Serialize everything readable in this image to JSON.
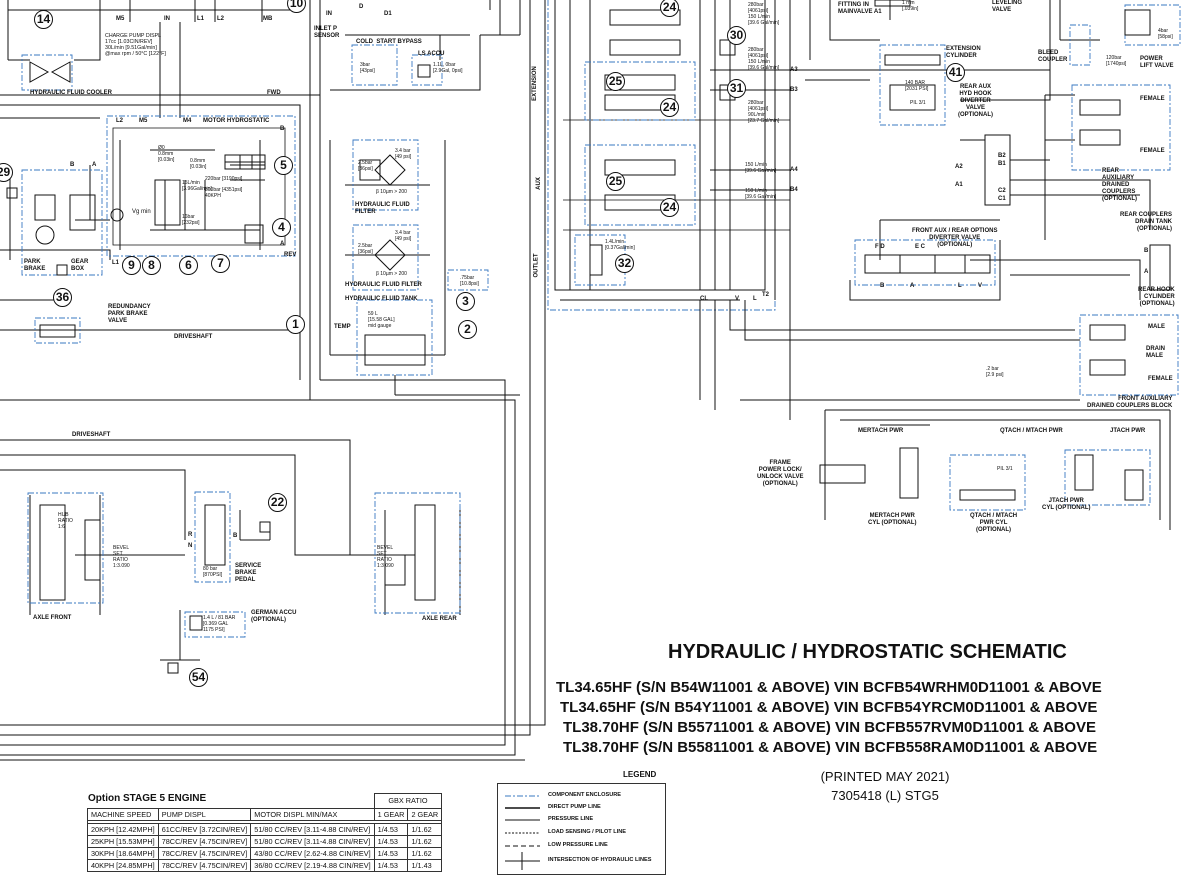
{
  "title": "HYDRAULIC / HYDROSTATIC SCHEMATIC",
  "models": [
    "TL34.65HF (S/N B54W11001 & ABOVE) VIN BCFB54WRHM0D11001 & ABOVE",
    "TL34.65HF (S/N B54Y11001 & ABOVE) VIN BCFB54YRCM0D11001 & ABOVE",
    "TL38.70HF (S/N B55711001 & ABOVE) VIN BCFB557RVM0D11001 & ABOVE",
    "TL38.70HF (S/N B55811001 & ABOVE) VIN BCFB558RAM0D11001 & ABOVE"
  ],
  "printed": "(PRINTED MAY 2021)",
  "doc_number": "7305418 (L) STG5",
  "callouts": [
    "14",
    "10",
    "30",
    "24",
    "25",
    "31",
    "41",
    "24",
    "25",
    "24",
    "5",
    "29",
    "9",
    "8",
    "6",
    "7",
    "4",
    "36",
    "32",
    "3",
    "1",
    "2",
    "22",
    "54"
  ],
  "labels": {
    "m5": "M5",
    "in_top": "IN",
    "l1_top": "L1",
    "l2_top": "L2",
    "mb": "MB",
    "charge_pump": "CHARGE PUMP DISPL\n17cc [1.03CIN/REV]\n30L/min [9.51Gal/min]\n@max rpm / 50°C [122°F]",
    "cooler": "HYDRAULIC FLUID COOLER",
    "fwd": "FWD",
    "inlet_p": "INLET P\nSENSOR",
    "in2": "IN",
    "d": "D",
    "d1": "D1",
    "cold_start": "COLD  START BYPASS",
    "cold_val": "3bar\n[43psi]",
    "ls_accu": "LS ACCU",
    "ls_accu_val": "1.1L, 0bar\n[2.9Gal, 0psi]",
    "motor_hydrostatic": "MOTOR HYDROSTATIC",
    "l2": "L2",
    "m5b": "M5",
    "m4": "M4",
    "b_motor": "B",
    "orifice_a": "Ø0\n0.8mm\n[0.03in]",
    "orifice_b": "0.8mm\n[0.03in]",
    "relief_220": "220bar [3190psi]",
    "relief_300": "300bar [4351psi]\n40KPH",
    "flow_15": "15L/min\n[3.96Gal/min]",
    "p_16": "16bar\n[232psi]",
    "vg_min": "Vg min",
    "l1": "L1",
    "rev": "REV",
    "a_motor": "A",
    "park_brake": "PARK\nBRAKE",
    "gear_box": "GEAR\nBOX",
    "b29": "B",
    "a29": "A",
    "redundancy": "REDUNDANCY\nPARK BRAKE\nVALVE",
    "driveshaft_1": "DRIVESHAFT",
    "driveshaft_2": "DRIVESHAFT",
    "filter_1": "HYDRAULIC FLUID\nFILTER",
    "filter_2": "HYDRAULIC FLUID FILTER",
    "filter_val_a": "3.4 bar\n[49 psi]",
    "filter_val_b": "2.5bar\n[36psi]",
    "filter_beta": "β 10µm > 200",
    "filter_val_c": "3.4 bar\n[49 psi]",
    "filter_val_d": "2.5bar\n[36psi]",
    "filter_beta2": "β 10µm > 200",
    "tank": "HYDRAULIC FLUID TANK",
    "tank_val": "59 L\n[15.58 GAL]\nmid gauge",
    "temp": "TEMP",
    "tank_75": ".75bar\n[10.8psi]",
    "extension": "EXTENSION",
    "aux": "AUX",
    "outlet": "OUTLET",
    "v280a": "280bar\n[4061psi]\n150 L/min\n[39.6 Gal/min]",
    "v280b": "280bar\n[4061psi]\n150 L/min\n[39.6 Gal/min]",
    "v280c": "280bar\n[4061psi]\n90L/min\n[23.7 Gal/min]",
    "v150a": "150 L/min\n[39.6 Gal/min]",
    "v150b": "150 L/min\n[39.6 Gal/min]",
    "a3": "A3",
    "b3": "B3",
    "a4": "A4",
    "b4": "B4",
    "t2": "T2",
    "flow_14": "1.4L/min\n[0.37Gal/min]",
    "cl": "CL",
    "v": "V",
    "l": "L",
    "fitting": "FITTING IN\nMAINVALVE A1",
    "fitting_val": "1 mm\n[.039in]",
    "leveling": "LEVELING\nVALVE",
    "bleed": "BLEED\nCOUPLER",
    "power_lift": "POWER\nLIFT VALVE",
    "plv_4bar": "4bar\n[58psi]",
    "plv_120": "120bar\n[1740psi]",
    "ext_cyl": "EXTENSION\nCYLINDER",
    "rear_aux_hook": "REAR AUX\nHYD HOOK\nDIVERTER\nVALVE\n(OPTIONAL)",
    "v140": "140 BAR\n[2031 PSI]",
    "pil": "PIL 3/1",
    "rear_aux_drained": "REAR\nAUXILIARY\nDRAINED\nCOUPLERS\n(OPTIONAL)",
    "female1": "FEMALE",
    "female2": "FEMALE",
    "rear_drain": "REAR COUPLERS\nDRAIN TANK\n(OPTIONAL)",
    "a2": "A2",
    "a1": "A1",
    "b2": "B2",
    "b1": "B1",
    "c2": "C2",
    "c1": "C1",
    "front_aux": "FRONT AUX / REAR OPTIONS\nDIVERTER VALVE\n(OPTIONAL)",
    "fd": "F D",
    "ec": "E C",
    "b_div": "B",
    "a_div": "A",
    "l_div": "L",
    "v_div": "V",
    "rear_hook": "REAR HOOK\nCYLINDER\n(OPTIONAL)",
    "rh_b": "B",
    "rh_a": "A",
    "male": "MALE",
    "drain_male": "DRAIN\nMALE",
    "female3": "FEMALE",
    "front_aux_block": "FRONT AUXILIARY\nDRAINED COUPLERS BLOCK",
    "v2bar": ".2 bar\n[2.9 psi]",
    "mertach": "MERTACH PWR",
    "qtach": "QTACH / MTACH PWR",
    "jtach": "JTACH PWR",
    "frame_lock": "FRAME\nPOWER LOCK/\nUNLOCK VALVE\n(OPTIONAL)",
    "mertach_cyl": "MERTACH PWR\nCYL (OPTIONAL)",
    "qtach_cyl": "QTACH / MTACH\nPWR CYL\n(OPTIONAL)",
    "jtach_cyl": "JTACH PWR\nCYL (OPTIONAL)",
    "pil2": "PIL 3/1",
    "axle_front": "AXLE FRONT",
    "axle_rear": "AXLE REAR",
    "hub_ratio": "HUB\nRATIO\n1:6",
    "bevel_front": "BEVEL\nSET\nRATIO\n1:3.090",
    "bevel_rear": "BEVEL\nSET\nRATIO\n1:3.090",
    "service_brake": "SERVICE\nBRAKE\nPEDAL",
    "sb_val": "80 bar\n[870PSI]",
    "r": "R",
    "n": "N",
    "b_sb": "B",
    "german_accu": "GERMAN ACCU\n(OPTIONAL)",
    "ga_val": "1.4 L / 81 BAR\n[0.369 GAL\n1175 PSI]"
  },
  "spec_table": {
    "title": "Option STAGE 5 ENGINE",
    "gbx_header": "GBX RATIO",
    "headers": [
      "MACHINE SPEED",
      "PUMP DISPL",
      "MOTOR DISPL MIN/MAX",
      "1 GEAR",
      "2 GEAR"
    ],
    "rows": [
      [
        "20KPH [12.42MPH]",
        "61CC/REV [3.72CIN/REV]",
        "51/80 CC/REV [3.11-4.88 CIN/REV]",
        "1/4.53",
        "1/1.62"
      ],
      [
        "25KPH [15.53MPH]",
        "78CC/REV [4.75CIN/REV]",
        "51/80 CC/REV [3.11-4.88 CIN/REV]",
        "1/4.53",
        "1/1.62"
      ],
      [
        "30KPH [18.64MPH]",
        "78CC/REV [4.75CIN/REV]",
        "43/80 CC/REV [2.62-4.88 CIN/REV]",
        "1/4.53",
        "1/1.62"
      ],
      [
        "40KPH [24.85MPH]",
        "78CC/REV [4.75CIN/REV]",
        "36/80 CC/REV [2.19-4.88 CIN/REV]",
        "1/4.53",
        "1/1.43"
      ]
    ]
  },
  "legend": {
    "title": "LEGEND",
    "items": [
      "COMPONENT ENCLOSURE",
      "DIRECT PUMP LINE",
      "PRESSURE LINE",
      "LOAD SENSING / PILOT LINE",
      "LOW PRESSURE LINE",
      "INTERSECTION OF HYDRAULIC LINES"
    ]
  },
  "colors": {
    "enclosure": "#3a78c2",
    "line": "#111111"
  }
}
